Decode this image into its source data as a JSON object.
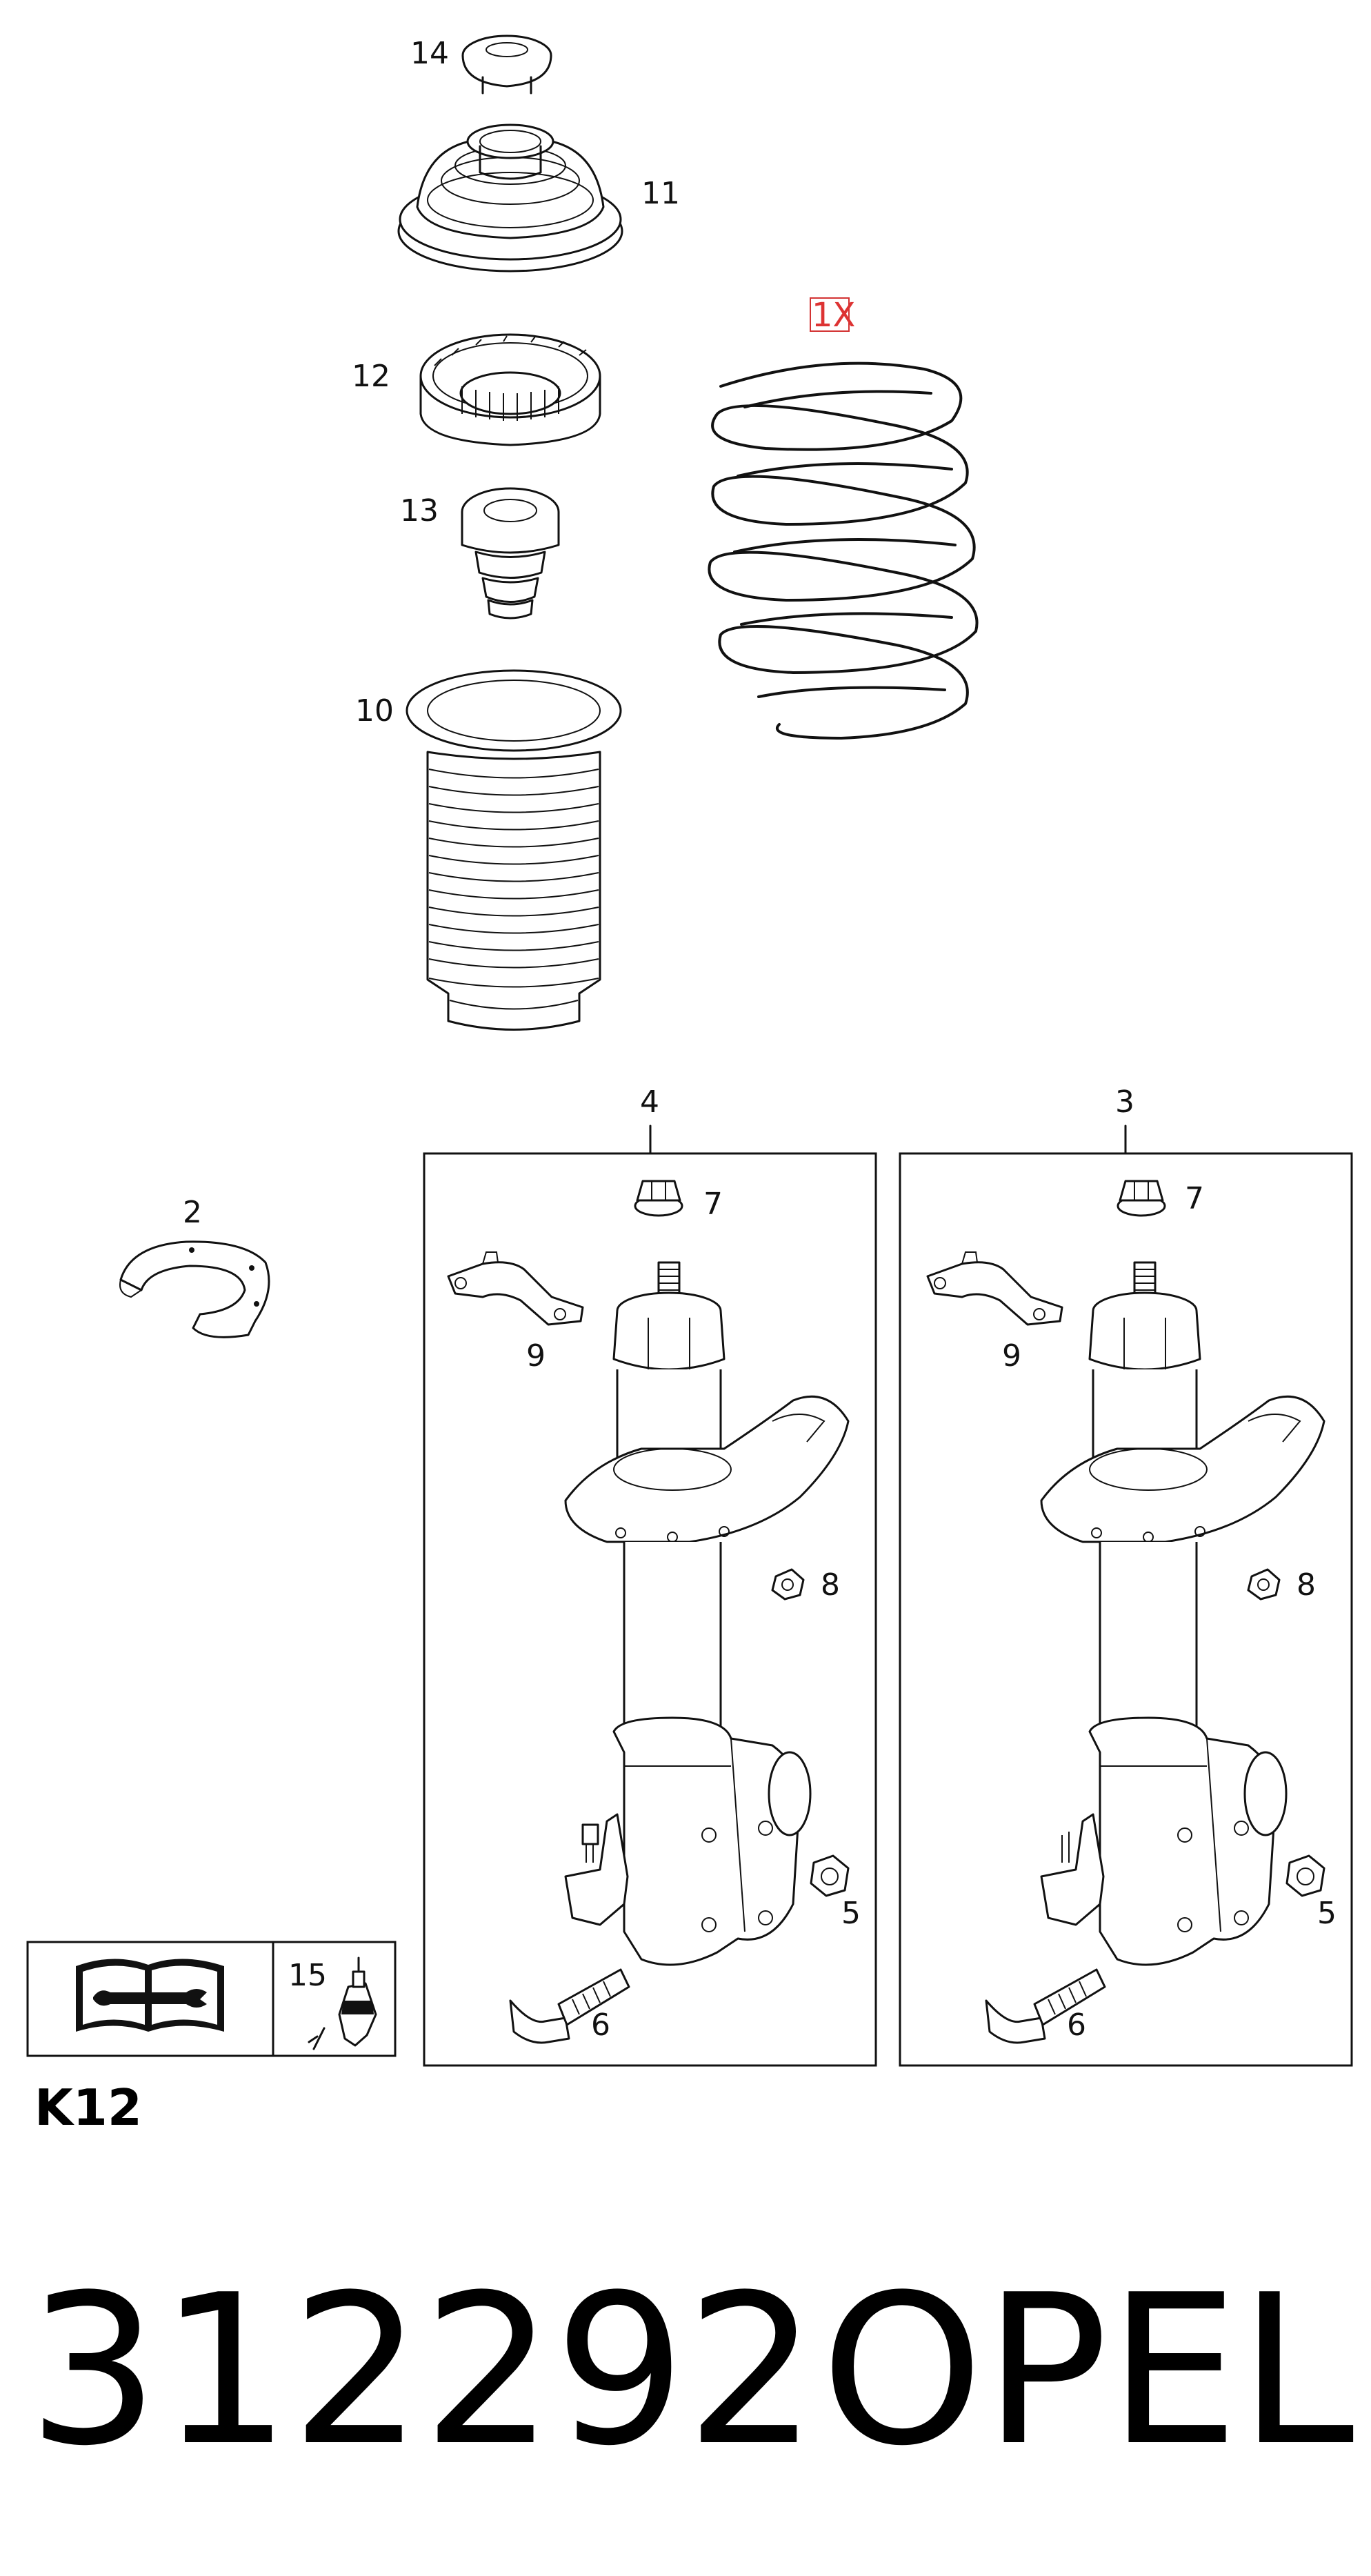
{
  "diagram": {
    "callouts": {
      "p14": "14",
      "p11": "11",
      "p12": "12",
      "p13": "13",
      "p10": "10",
      "p1": "1X",
      "p2": "2",
      "p4": "4",
      "p3": "3",
      "p7a": "7",
      "p9a": "9",
      "p8a": "8",
      "p5a": "5",
      "p6a": "6",
      "p7b": "7",
      "p9b": "9",
      "p8b": "8",
      "p5b": "5",
      "p6b": "6",
      "p15": "15"
    },
    "highlight_color": "#d33333",
    "line_color": "#111111"
  },
  "footer": {
    "group_code": "K12",
    "part_number": "312292",
    "brand": "OPEL"
  },
  "icons": {
    "manual": "repair-manual-icon",
    "grease": "grease-bottle-icon"
  }
}
